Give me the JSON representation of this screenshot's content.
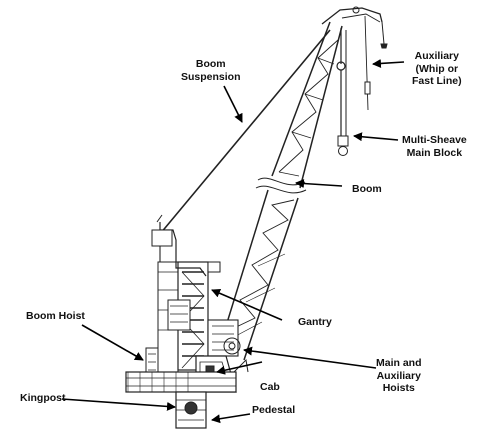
{
  "diagram": {
    "labels": {
      "boom_suspension": [
        "Boom",
        "Suspension"
      ],
      "auxiliary": [
        "Auxiliary",
        "(Whip or",
        "Fast Line)"
      ],
      "main_block": [
        "Multi-Sheave",
        "Main Block"
      ],
      "boom": "Boom",
      "gantry": "Gantry",
      "boom_hoist": "Boom Hoist",
      "main_aux_hoists": [
        "Main and",
        "Auxiliary",
        "Hoists"
      ],
      "cab": "Cab",
      "kingpost": "Kingpost",
      "pedestal": "Pedestal"
    }
  }
}
